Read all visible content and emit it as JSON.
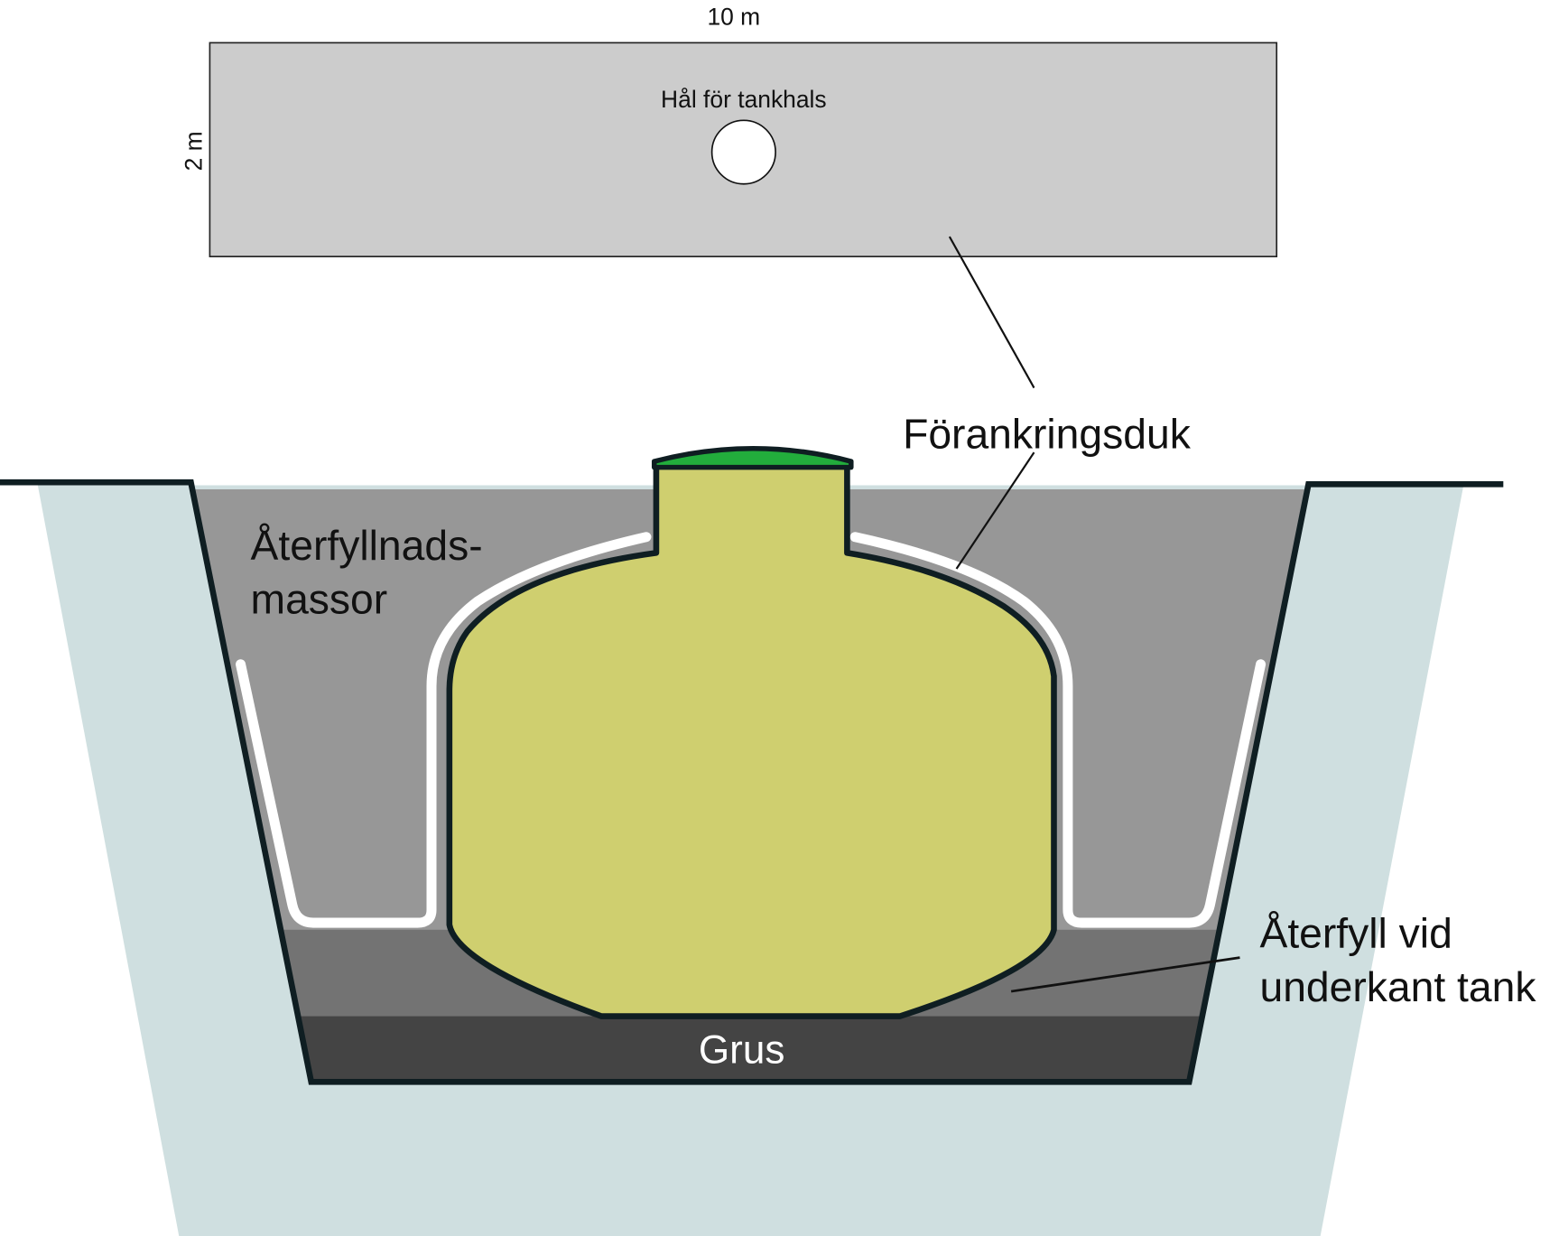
{
  "sheet": {
    "width_label": "10 m",
    "height_label": "2 m",
    "hole_label": "Hål för tankhals"
  },
  "labels": {
    "anchoring_fabric": "Förankringsduk",
    "backfill_line1": "Återfyllnads-",
    "backfill_line2": "massor",
    "bottom_backfill_line1": "Återfyll vid",
    "bottom_backfill_line2": "underkant tank",
    "gravel": "Grus"
  },
  "colors": {
    "soil": "#cfdfe0",
    "backfill": "#979797",
    "bottom_backfill": "#737373",
    "gravel": "#444444",
    "tank": "#cfcf6f",
    "cap": "#22ad3c",
    "sheet": "#cccccc",
    "outline": "#0f1e22"
  }
}
